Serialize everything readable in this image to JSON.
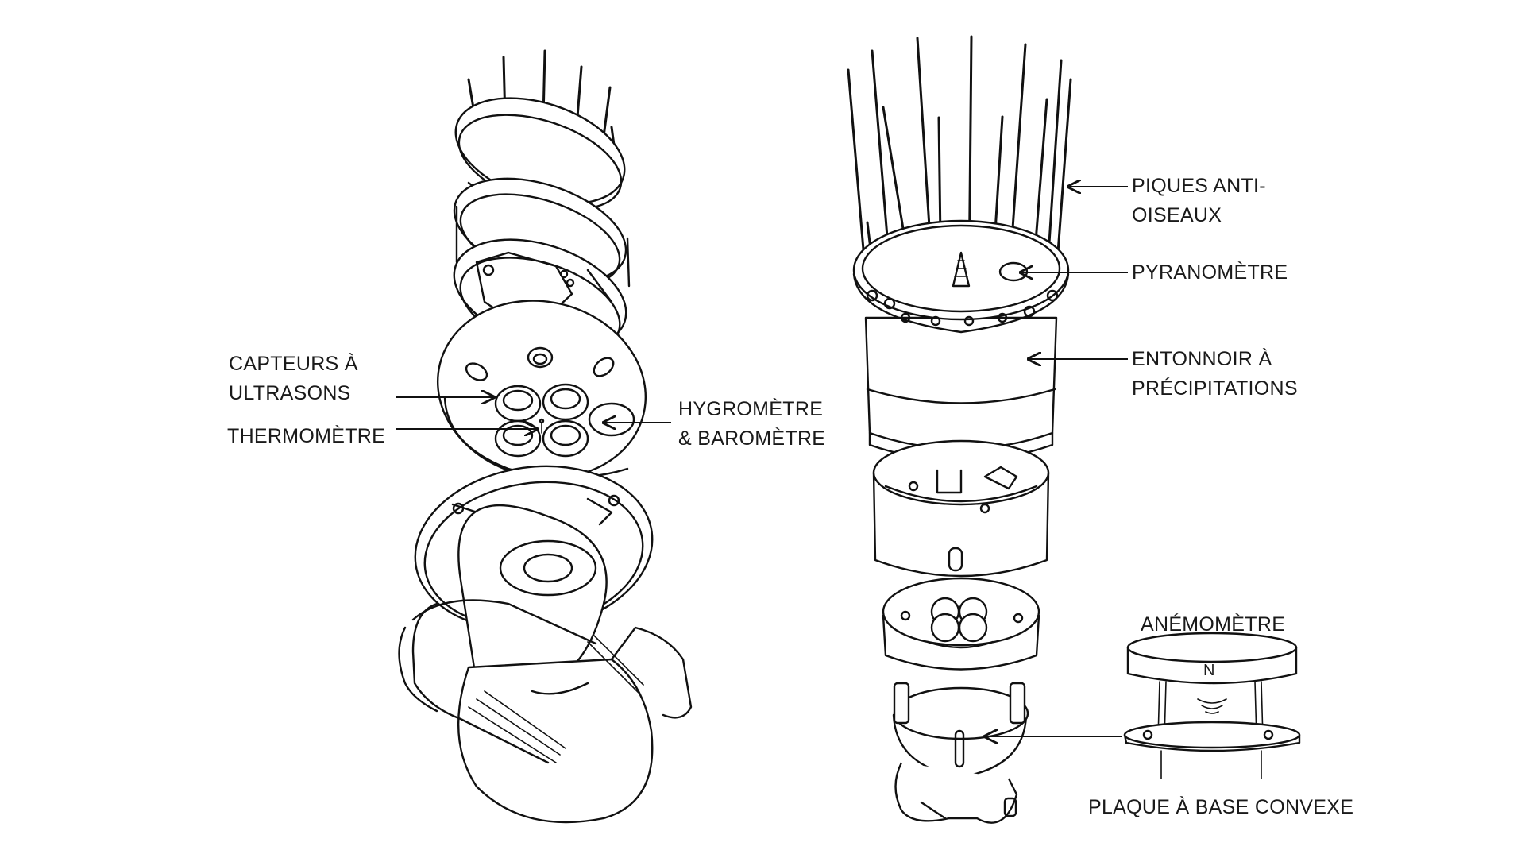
{
  "labels": {
    "ultrasonic_line1": "CAPTEURS À",
    "ultrasonic_line2": "ULTRASONS",
    "thermometer": "THERMOMÈTRE",
    "hygro_line1": "HYGROMÈTRE",
    "hygro_line2": "& BAROMÈTRE",
    "spikes_line1": "PIQUES ANTI-",
    "spikes_line2": "OISEAUX",
    "pyranometer": "PYRANOMÈTRE",
    "funnel_line1": "ENTONNOIR À",
    "funnel_line2": "PRÉCIPITATIONS",
    "anemometer": "ANÉMOMÈTRE",
    "plate": "PLAQUE À BASE CONVEXE",
    "compass_letter": "N"
  },
  "colors": {
    "ink": "#111111",
    "text": "#1a1a1a",
    "background": "#ffffff"
  }
}
